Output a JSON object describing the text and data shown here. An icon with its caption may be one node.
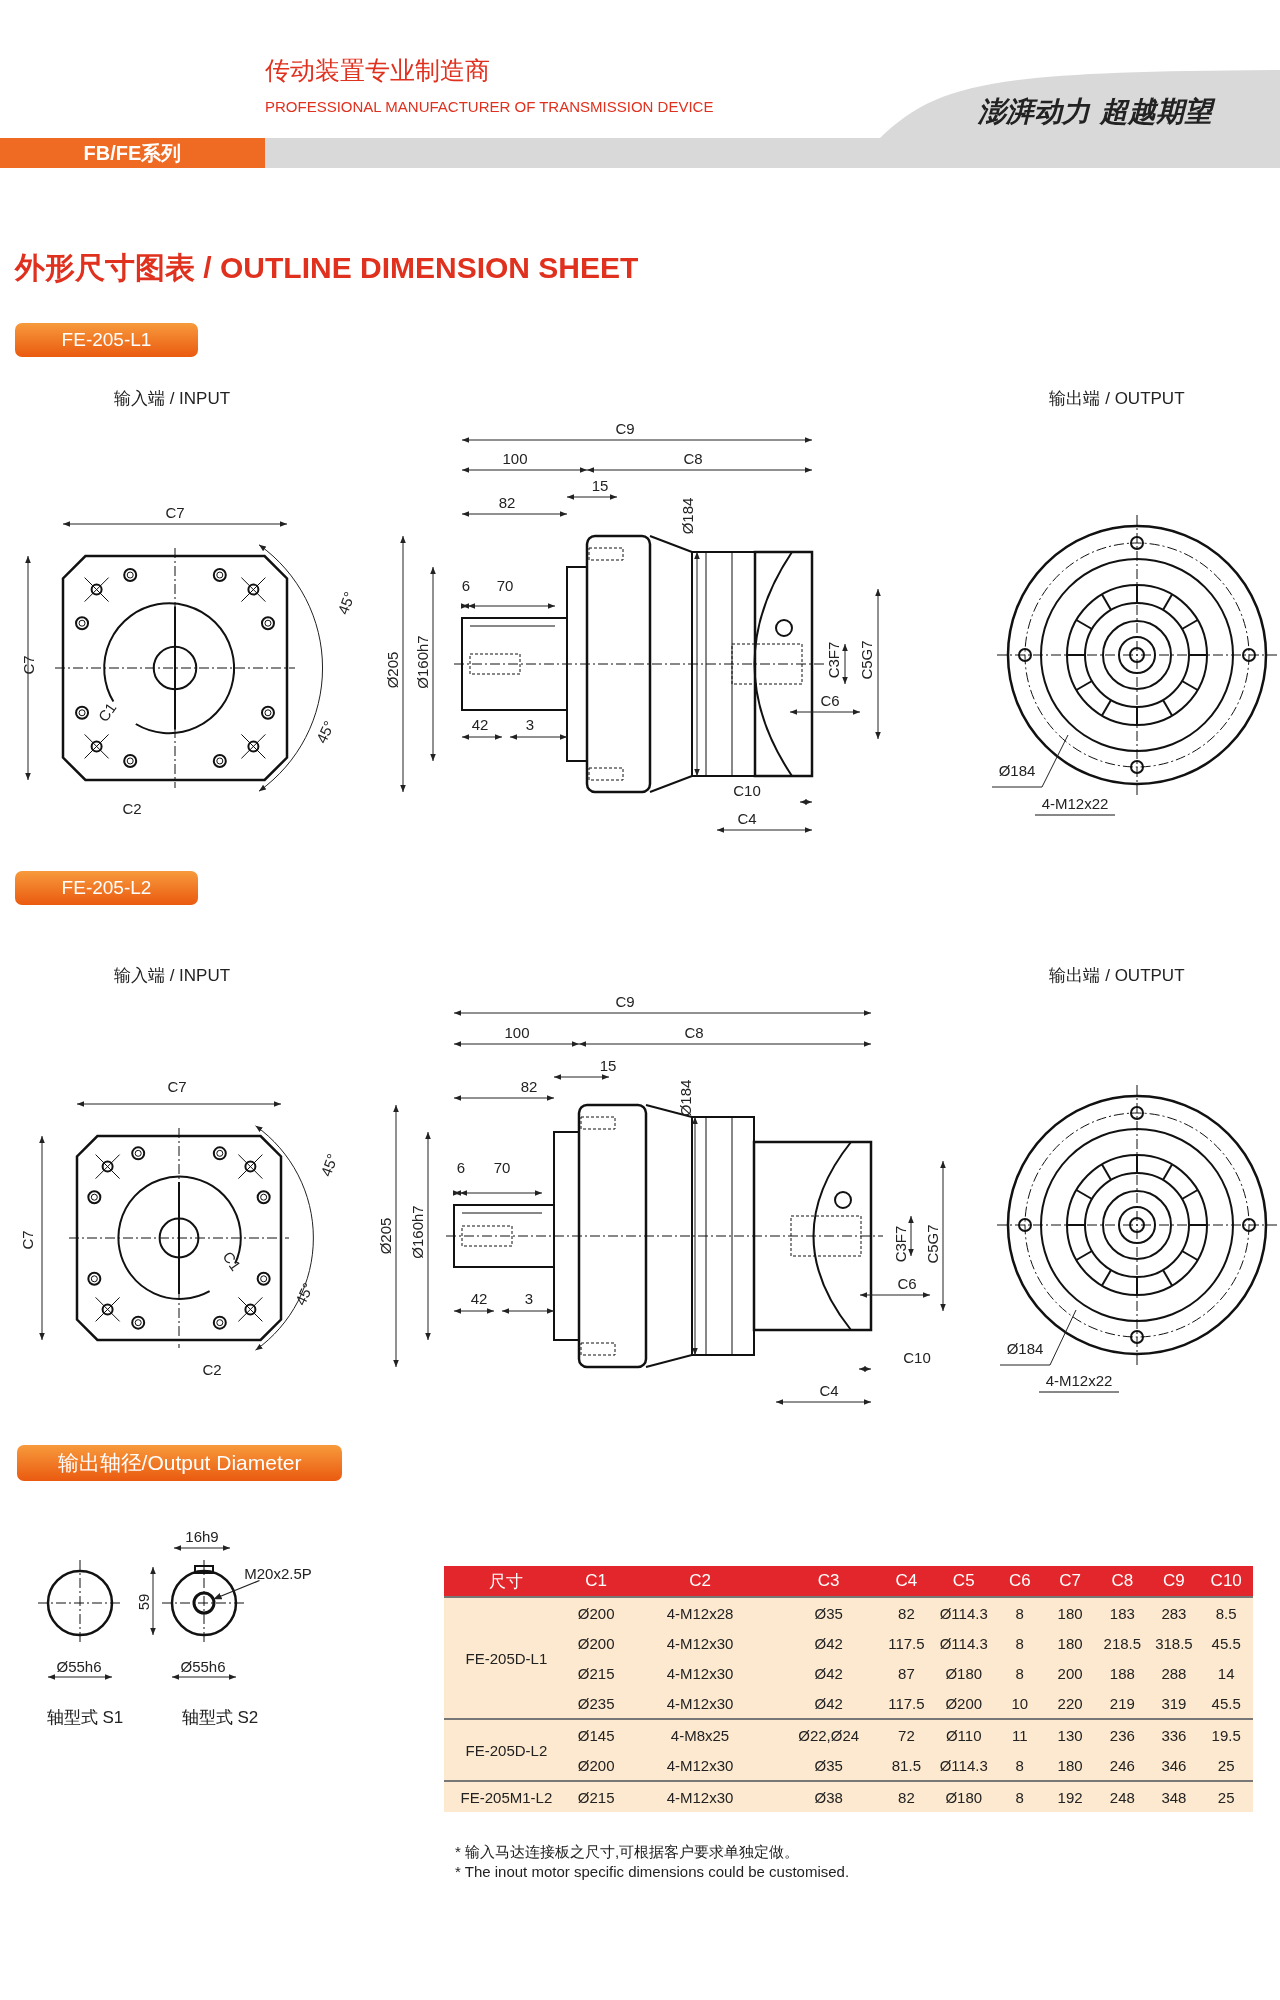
{
  "diagram": {
    "title": "外形尺寸图表 / OUTLINE DIMENSION SHEET",
    "nodes": [
      {
        "text": [
          "FB/FE系列"
        ]
      },
      {
        "text": [
          "FE-205-L1"
        ]
      },
      {
        "text": [
          "FE-205-L2"
        ]
      },
      {
        "text": [
          "输出轴径/Output Diameter"
        ]
      },
      {
        "text": [
          "M20x2.5P"
        ]
      },
      {
        "text": [],
        "shape": "circle"
      }
    ],
    "edges": [
      {
        "from": 4,
        "to": 5,
        "arrow": "to"
      }
    ],
    "labels": [
      "传动装置专业制造商",
      "PROFESSIONAL MANUFACTURER OF TRANSMISSION DEVICE",
      "澎湃动力 超越期望",
      "输入端 / INPUT",
      "输出端 / OUTPUT",
      "C9",
      "100",
      "C8",
      "15",
      "82",
      "Ø184",
      "C7",
      "C7",
      "45°",
      "45°",
      "C1",
      "C2",
      "Ø205",
      "Ø160h7",
      "6",
      "70",
      "42",
      "3",
      "C3F7",
      "C5G7",
      "C6",
      "C10",
      "C4",
      "Ø184",
      "4-M12x22",
      "输入端 / INPUT",
      "输出端 / OUTPUT",
      "C9",
      "100",
      "C8",
      "15",
      "82",
      "Ø184",
      "C7",
      "C7",
      "45°",
      "45°",
      "C1",
      "C2",
      "Ø205",
      "Ø160h7",
      "6",
      "70",
      "42",
      "3",
      "C3F7",
      "C5G7",
      "C6",
      "C10",
      "C4",
      "Ø184",
      "4-M12x22",
      "16h9",
      "59",
      "Ø55h6",
      "Ø55h6",
      "轴型式 S1",
      "轴型式 S2",
      "尺寸",
      "C1",
      "C2",
      "C3",
      "C4",
      "C5",
      "C6",
      "C7",
      "C8",
      "C9",
      "C10",
      "FE-205D-L1",
      "Ø200",
      "4-M12x28",
      "Ø35",
      "82",
      "Ø114.3",
      "8",
      "180",
      "183",
      "283",
      "8.5",
      "Ø200",
      "4-M12x30",
      "Ø42",
      "117.5",
      "Ø114.3",
      "8",
      "180",
      "218.5",
      "318.5",
      "45.5",
      "Ø215",
      "4-M12x30",
      "Ø42",
      "87",
      "Ø180",
      "8",
      "200",
      "188",
      "288",
      "14",
      "Ø235",
      "4-M12x30",
      "Ø42",
      "117.5",
      "Ø200",
      "10",
      "220",
      "219",
      "319",
      "45.5",
      "FE-205D-L2",
      "Ø145",
      "4-M8x25",
      "Ø22,Ø24",
      "72",
      "Ø110",
      "11",
      "130",
      "236",
      "336",
      "19.5",
      "Ø200",
      "4-M12x30",
      "Ø35",
      "81.5",
      "Ø114.3",
      "8",
      "180",
      "246",
      "346",
      "25",
      "FE-205M1-L2",
      "Ø215",
      "4-M12x30",
      "Ø38",
      "82",
      "Ø180",
      "8",
      "192",
      "248",
      "348",
      "25",
      "* 输入马达连接板之尺寸,可根据客户要求单独定做。",
      "* The inout motor  specific dimensions could be customised."
    ]
  }
}
